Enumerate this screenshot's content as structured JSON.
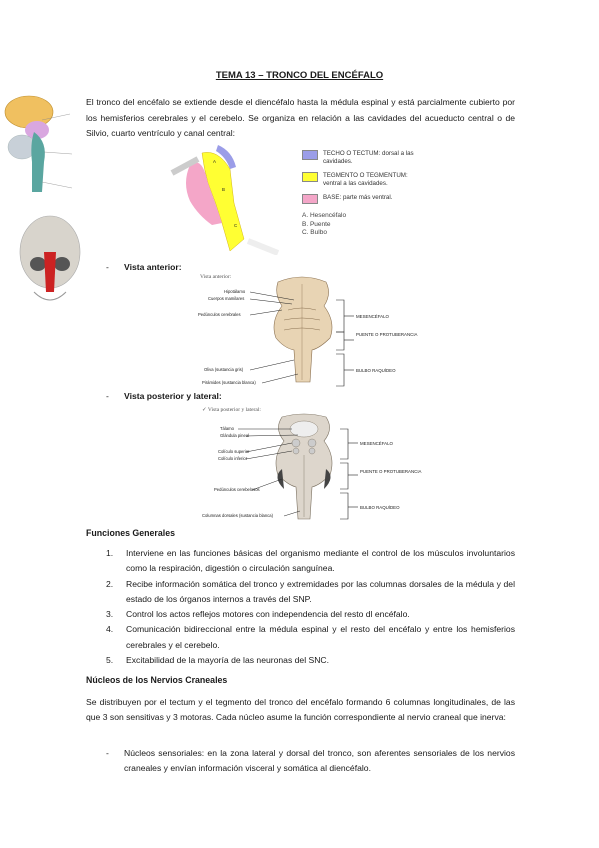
{
  "title": "TEMA 13 – TRONCO DEL ENCÉFALO",
  "intro": "El tronco del encéfalo se extiende desde el diencéfalo hasta la médula espinal y está parcialmente cubierto por los hemisferios cerebrales y el cerebelo. Se organiza en relación a las cavidades del acueducto central o de Silvio, cuarto ventrículo y canal central:",
  "colors": {
    "tectum": "#9b9de8",
    "tegmentum": "#ffff33",
    "base": "#f4a6c8",
    "brain": "#f0c060",
    "stem": "#5aa6a0",
    "red": "#cc2222"
  },
  "diagram1": {
    "legend": [
      {
        "label": "TECHO O TECTUM: dorsal a las cavidades."
      },
      {
        "label": "TEGMENTO O TEGMENTUM: ventral a las cavidades."
      },
      {
        "label": "BASE: parte más ventral."
      }
    ],
    "letters": [
      "A. Hesencéfalo",
      "B. Puente",
      "C. Bulbo"
    ],
    "regions": [
      "A",
      "B",
      "C"
    ]
  },
  "anterior": {
    "bullet": "-",
    "label": "Vista anterior:",
    "caption": "Vista anterior:",
    "left_labels": [
      "Hipotálamo",
      "Cuerpos mamilares",
      "Pedúnculos cerebrales",
      "Oliva (sustancia gris)",
      "Pirámides (sustancia blanca)"
    ],
    "right_labels": [
      "MESENCÉFALO",
      "PUENTE O PROTUBERANCIA",
      "BULBO RAQUÍDEO"
    ]
  },
  "posterior": {
    "bullet": "-",
    "label": "Vista posterior y lateral:",
    "caption": "✓ Vista posterior y lateral:",
    "left_labels": [
      "Tálamo",
      "Glándula pineal",
      "Colículo superior",
      "Colículo inferior",
      "Pedúnculos cerebelosos",
      "Columnas dorsales (sustancia blanca)"
    ],
    "right_labels": [
      "MESENCÉFALO",
      "PUENTE O PROTUBERANCIA",
      "BULBO RAQUÍDEO"
    ]
  },
  "funciones": {
    "heading": "Funciones Generales",
    "items": [
      {
        "num": "1.",
        "text": "Interviene en las funciones básicas del organismo mediante el control de los músculos involuntarios como la respiración, digestión o circulación sanguínea."
      },
      {
        "num": "2.",
        "text": "Recibe información somática del tronco y extremidades por las columnas dorsales de la médula y del estado de los órganos internos a través del SNP."
      },
      {
        "num": "3.",
        "text": "Control los actos reflejos motores con independencia del resto dl encéfalo."
      },
      {
        "num": "4.",
        "text": "Comunicación bidireccional entre la médula espinal y el resto del encéfalo y entre los hemisferios cerebrales y el cerebelo."
      },
      {
        "num": "5.",
        "text": "Excitabilidad de la mayoría de las neuronas del SNC."
      }
    ]
  },
  "nucleos": {
    "heading": "Núcleos de los Nervios Craneales",
    "intro": "Se distribuyen por el tectum y el tegmento del tronco del encéfalo formando 6 columnas longitudinales, de las que 3 son sensitivas y 3 motoras. Cada núcleo asume la función correspondiente al nervio craneal que inerva:",
    "bullets": [
      {
        "bullet": "-",
        "text": "Núcleos sensoriales: en la zona lateral y dorsal del tronco, son aferentes sensoriales de los nervios craneales y envían información visceral y somática al diencéfalo."
      }
    ]
  }
}
